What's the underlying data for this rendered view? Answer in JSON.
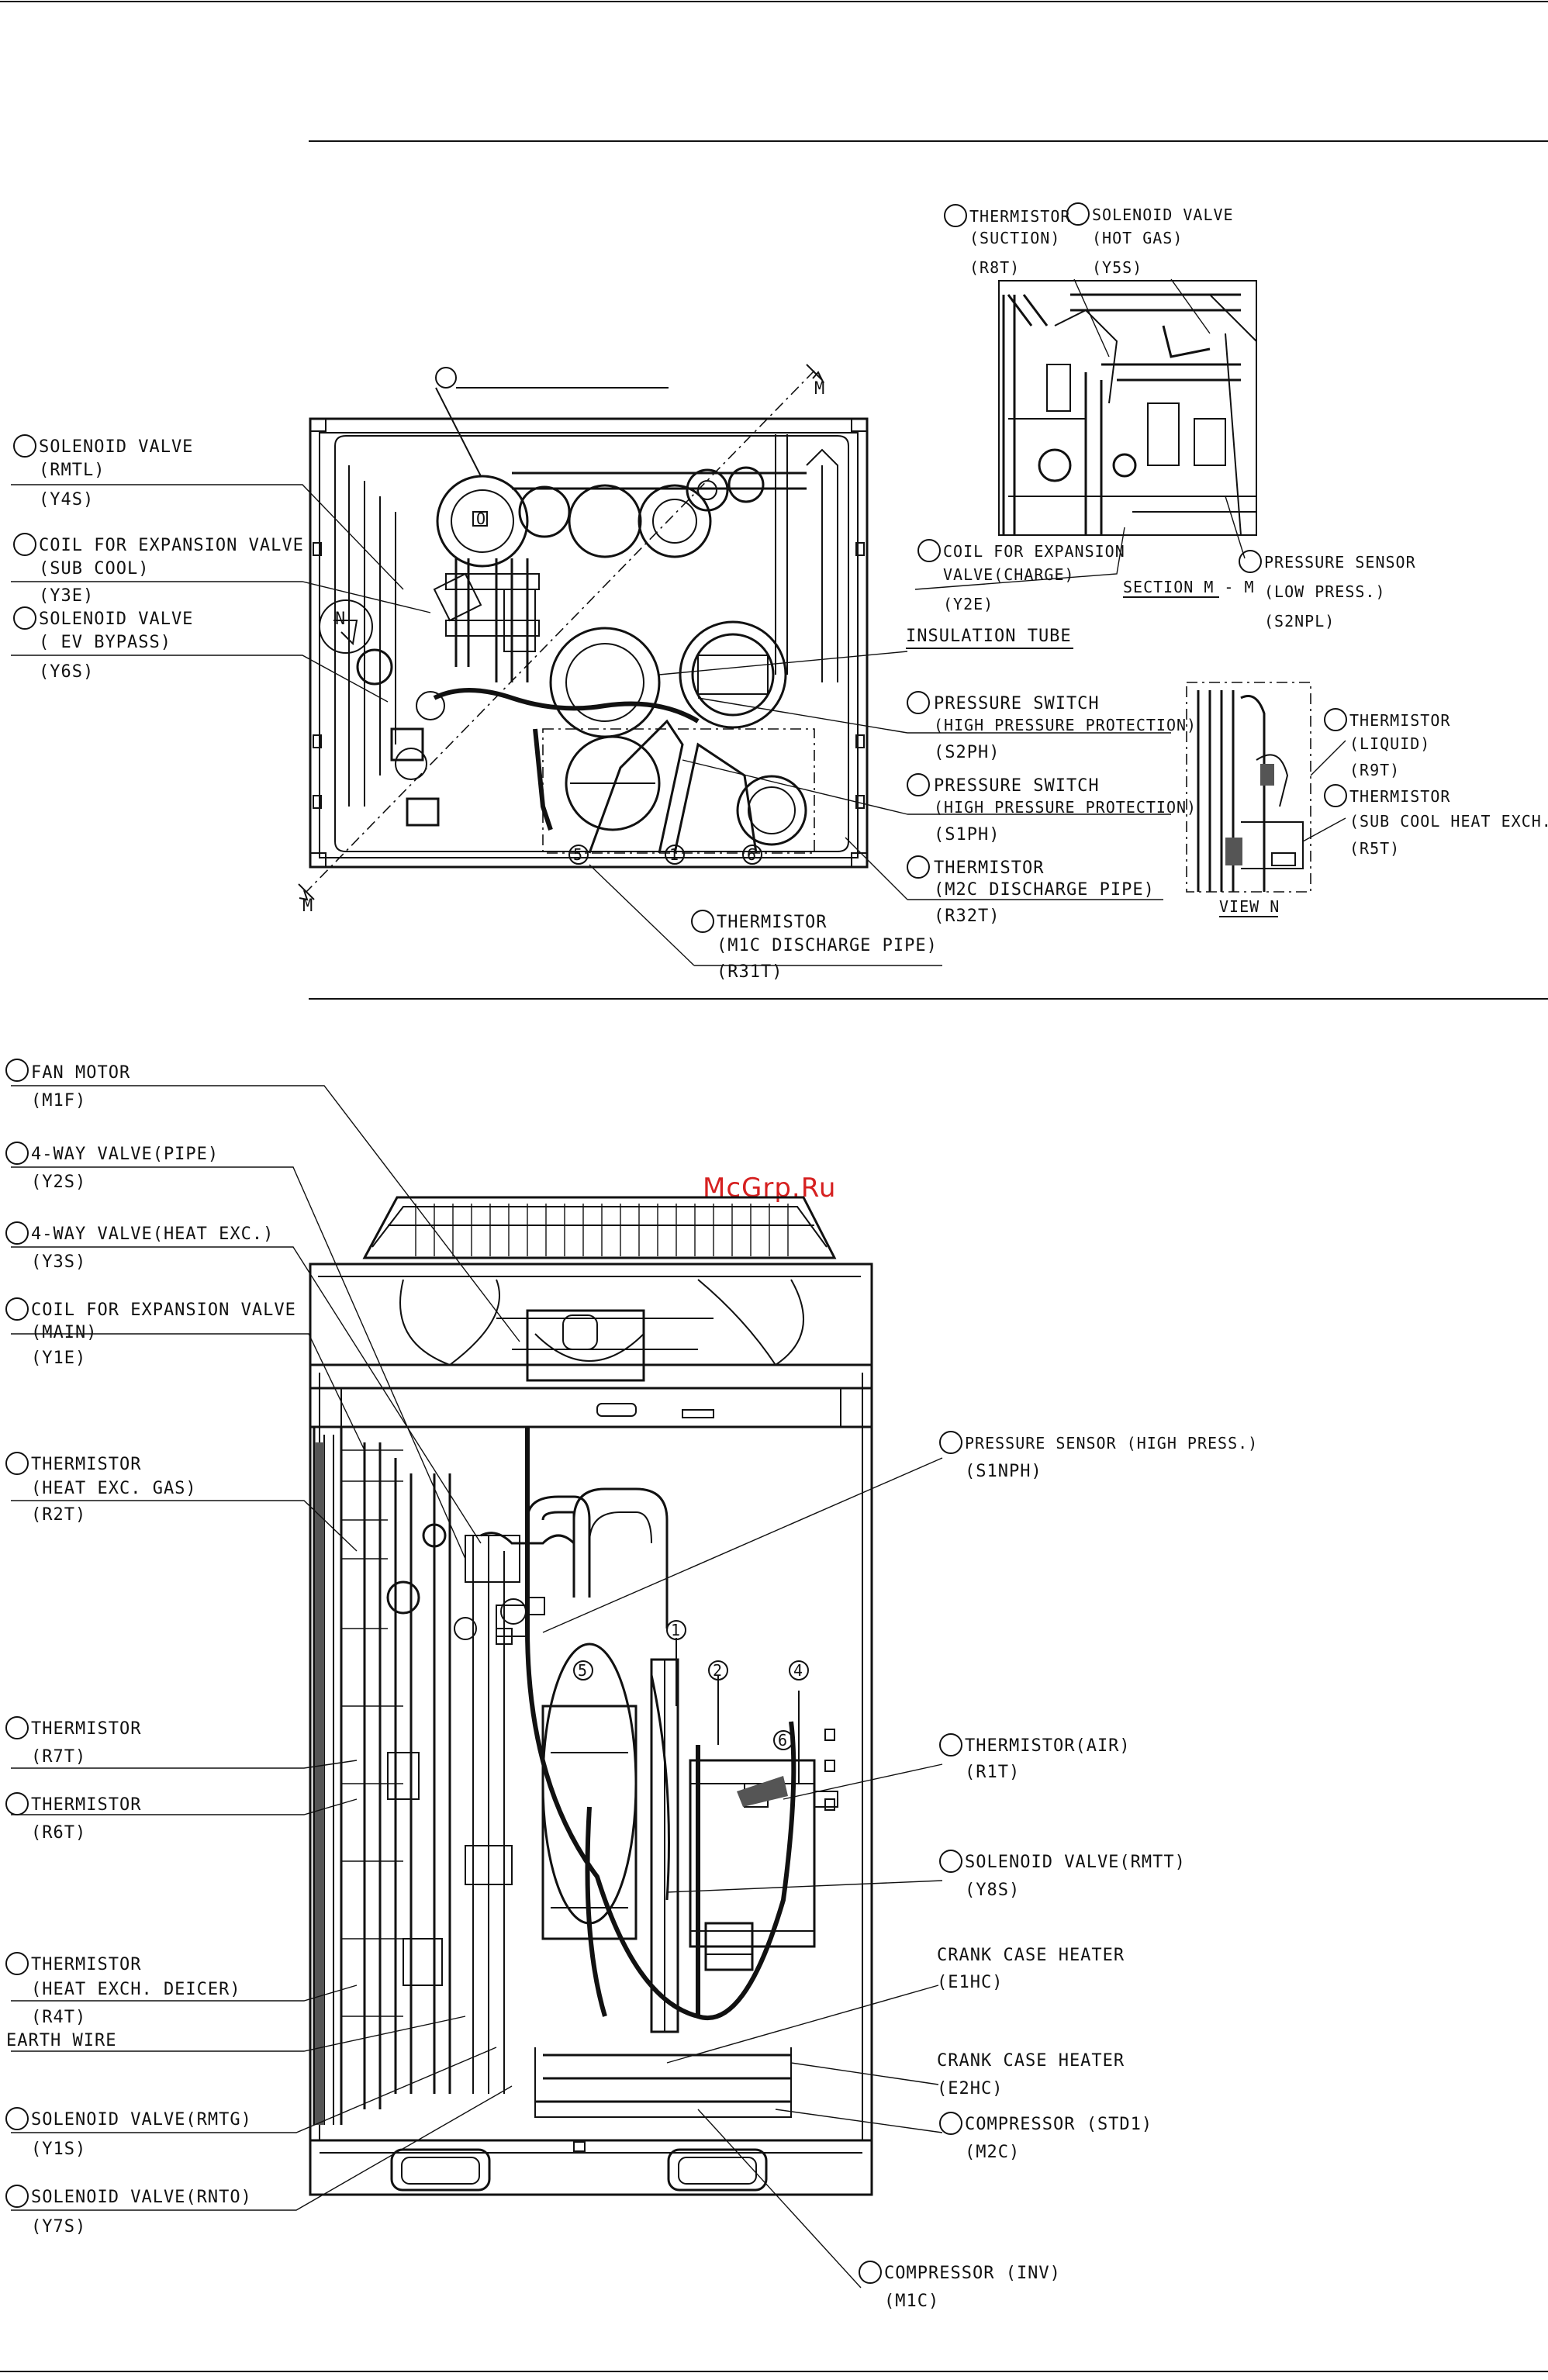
{
  "watermark": "McGrp.Ru",
  "top_view": {
    "labels": [
      {
        "name": "SOLENOID VALVE",
        "desc": "(RMTL)",
        "code": "(Y4S)"
      },
      {
        "name": "COIL FOR EXPANSION VALVE",
        "desc": "(SUB COOL)",
        "code": "(Y3E)"
      },
      {
        "name": "SOLENOID VALVE",
        "desc": "( EV BYPASS)",
        "code": "(Y6S)"
      },
      {
        "name": "THERMISTOR",
        "desc": "(SUCTION)",
        "code": "(R8T)"
      },
      {
        "name": "SOLENOID VALVE",
        "desc": "(HOT GAS)",
        "code": "(Y5S)"
      },
      {
        "name": "COIL FOR EXPANSION",
        "desc": "VALVE(CHARGE)",
        "code": "(Y2E)"
      },
      {
        "name": "PRESSURE SENSOR",
        "desc": "(LOW PRESS.)",
        "code": "(S2NPL)"
      },
      {
        "name": "INSULATION TUBE",
        "desc": "",
        "code": ""
      },
      {
        "name": "PRESSURE SWITCH",
        "desc": "(HIGH PRESSURE PROTECTION)",
        "code": "(S2PH)"
      },
      {
        "name": "PRESSURE SWITCH",
        "desc": "(HIGH PRESSURE PROTECTION)",
        "code": "(S1PH)"
      },
      {
        "name": "THERMISTOR",
        "desc": "(M2C DISCHARGE PIPE)",
        "code": "(R32T)"
      },
      {
        "name": "THERMISTOR",
        "desc": "(M1C DISCHARGE PIPE)",
        "code": "(R31T)"
      },
      {
        "name": "THERMISTOR",
        "desc": "(LIQUID)",
        "code": "(R9T)"
      },
      {
        "name": "THERMISTOR",
        "desc": "(SUB COOL HEAT EXCH. GAS)",
        "code": "(R5T)"
      }
    ],
    "section_label": "SECTION M - M",
    "view_label": "VIEW N",
    "cut_mark": "M",
    "view_mark": "N",
    "circle_numbers": [
      "5",
      "1",
      "6"
    ]
  },
  "front_view": {
    "left_labels": [
      {
        "name": "FAN MOTOR",
        "desc": "",
        "code": "(M1F)"
      },
      {
        "name": "4-WAY VALVE(PIPE)",
        "desc": "",
        "code": "(Y2S)"
      },
      {
        "name": "4-WAY VALVE(HEAT EXC.)",
        "desc": "",
        "code": "(Y3S)"
      },
      {
        "name": "COIL FOR EXPANSION VALVE",
        "desc": "(MAIN)",
        "code": "(Y1E)"
      },
      {
        "name": "THERMISTOR",
        "desc": "(HEAT EXC. GAS)",
        "code": "(R2T)"
      },
      {
        "name": "THERMISTOR",
        "desc": "",
        "code": "(R7T)"
      },
      {
        "name": "THERMISTOR",
        "desc": "",
        "code": "(R6T)"
      },
      {
        "name": "THERMISTOR",
        "desc": "(HEAT EXCH. DEICER)",
        "code": "(R4T)"
      },
      {
        "name": "EARTH WIRE",
        "desc": "",
        "code": ""
      },
      {
        "name": "SOLENOID VALVE(RMTG)",
        "desc": "",
        "code": "(Y1S)"
      },
      {
        "name": "SOLENOID VALVE(RNTO)",
        "desc": "",
        "code": "(Y7S)"
      }
    ],
    "right_labels": [
      {
        "name": "PRESSURE SENSOR (HIGH PRESS.)",
        "code": "(S1NPH)"
      },
      {
        "name": "THERMISTOR(AIR)",
        "code": "(R1T)"
      },
      {
        "name": "SOLENOID VALVE(RMTT)",
        "code": "(Y8S)"
      },
      {
        "name": "CRANK CASE HEATER",
        "code": "(E1HC)"
      },
      {
        "name": "CRANK CASE HEATER",
        "code": "(E2HC)"
      },
      {
        "name": "COMPRESSOR (STD1)",
        "code": "(M2C)"
      },
      {
        "name": "COMPRESSOR (INV)",
        "code": "(M1C)"
      }
    ],
    "circle_numbers": [
      "1",
      "5",
      "2",
      "4",
      "6"
    ]
  }
}
